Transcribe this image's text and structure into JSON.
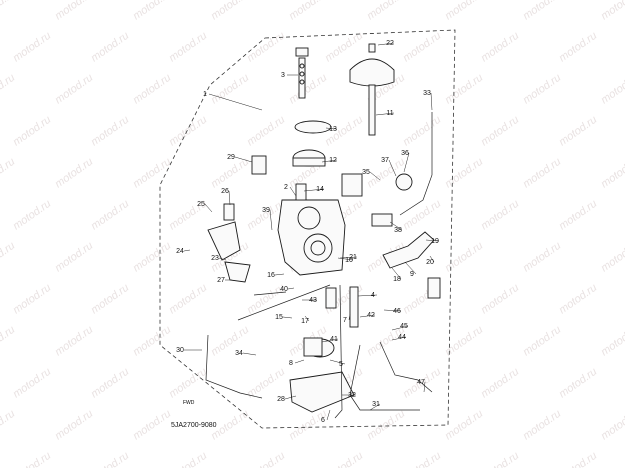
{
  "watermark": "motod.ru",
  "diagram_code": "5JA2700-9080",
  "fwd_label": "FWD",
  "parts": [
    "1",
    "2",
    "3",
    "4",
    "5",
    "6",
    "7",
    "8",
    "9",
    "10",
    "11",
    "12",
    "13",
    "14",
    "15",
    "16",
    "17",
    "18",
    "19",
    "20",
    "21",
    "22",
    "23",
    "24",
    "25",
    "26",
    "27",
    "28",
    "29",
    "30",
    "31",
    "32",
    "33",
    "34",
    "35",
    "36",
    "37",
    "38",
    "39",
    "40",
    "41",
    "42",
    "43",
    "44",
    "45",
    "46",
    "47"
  ]
}
